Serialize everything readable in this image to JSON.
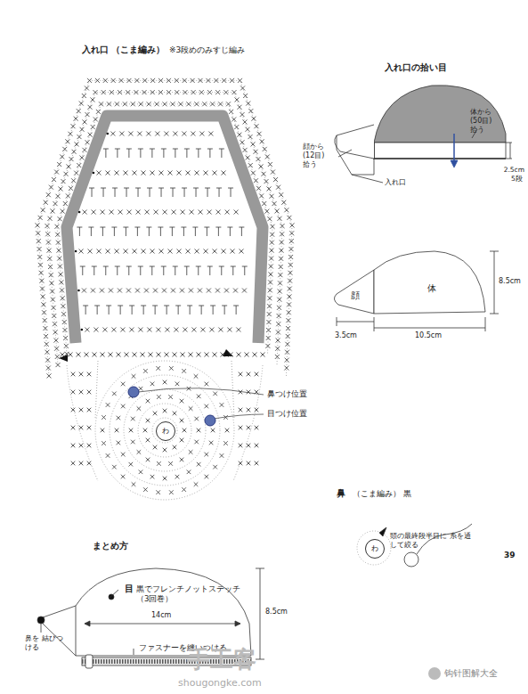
{
  "diagram": {
    "nodes": [
      {
        "text": [
          "顔"
        ]
      },
      {
        "text": [
          "体"
        ]
      },
      {
        "text": [
          "わ"
        ]
      },
      {
        "text": [
          "わ"
        ]
      }
    ],
    "labels": [
      "入れ口 （こま編み）",
      "※3段めのみすじ編み",
      "入れ口の拾い目",
      "体から (50目) 拾う",
      "顔から (12目) 拾う",
      "2.5cm",
      "5段",
      "入れ口",
      "8.5cm",
      "3.5cm",
      "10.5cm",
      "鼻つけ位置",
      "目つけ位置",
      "鼻",
      "（こま編み） 黒",
      "頭の最終段半目に 糸を通して絞る",
      "まとめ方",
      "目",
      "黒でフレンチノットステッチ （3回巻）",
      "鼻を 結びつける",
      "14cm",
      "8.5cm",
      "ファスナーを縫いつける",
      "手工客",
      "shougongke.com",
      "钩针图解大全",
      "39"
    ]
  }
}
